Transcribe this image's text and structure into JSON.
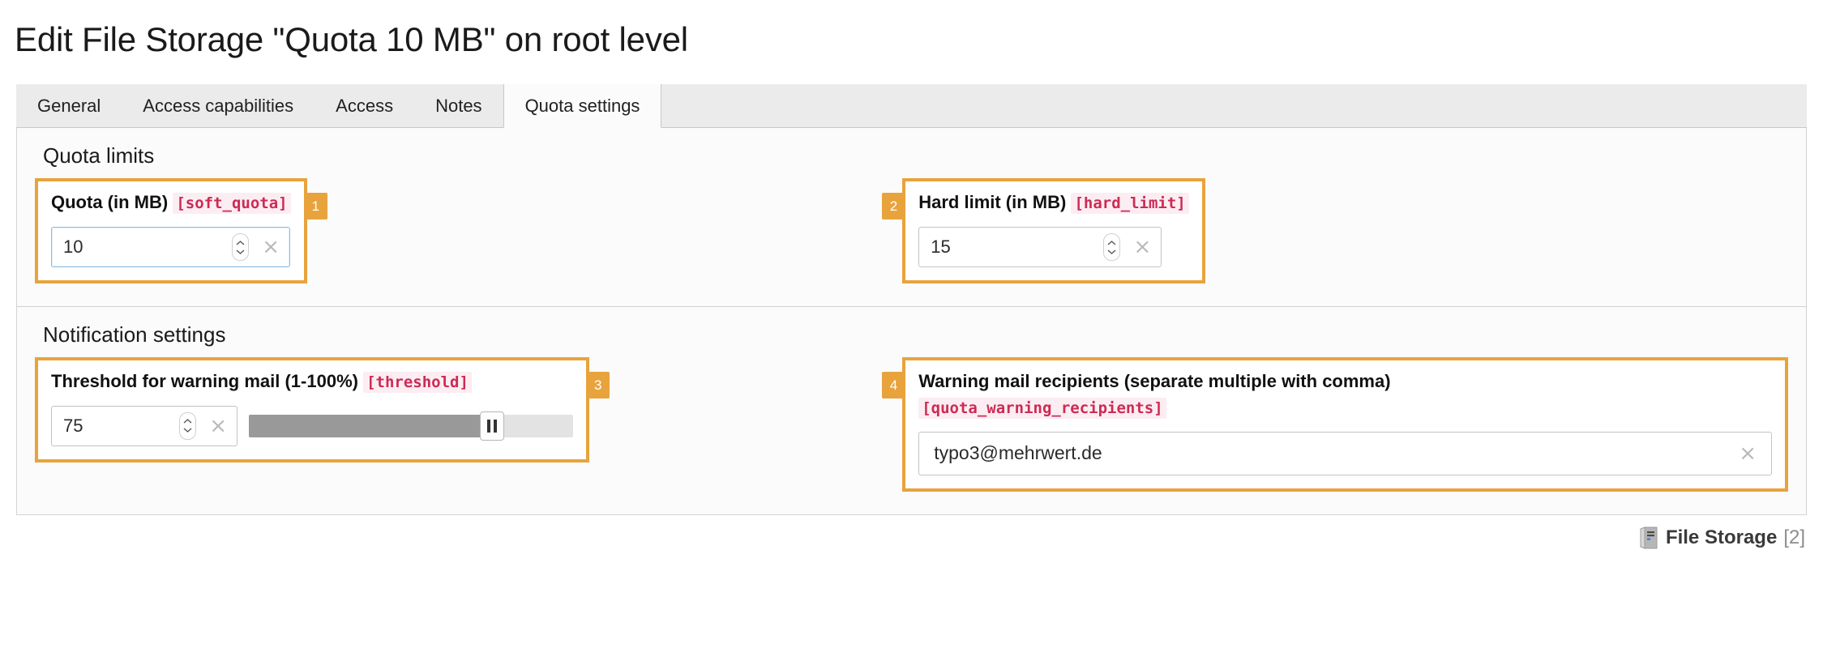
{
  "header": {
    "title": "Edit File Storage \"Quota 10 MB\" on root level"
  },
  "tabs": [
    {
      "label": "General",
      "active": false
    },
    {
      "label": "Access capabilities",
      "active": false
    },
    {
      "label": "Access",
      "active": false
    },
    {
      "label": "Notes",
      "active": false
    },
    {
      "label": "Quota settings",
      "active": true
    }
  ],
  "sections": {
    "quota_limits": {
      "title": "Quota limits",
      "soft_quota": {
        "label": "Quota (in MB)",
        "fieldname": "[soft_quota]",
        "badge": "1",
        "value": "10",
        "focused": true
      },
      "hard_limit": {
        "label": "Hard limit (in MB)",
        "fieldname": "[hard_limit]",
        "badge": "2",
        "value": "15",
        "focused": false
      }
    },
    "notification_settings": {
      "title": "Notification settings",
      "threshold": {
        "label": "Threshold for warning mail (1-100%)",
        "fieldname": "[threshold]",
        "badge": "3",
        "value": "75",
        "slider_percent": 75,
        "slider_min": 1,
        "slider_max": 100
      },
      "recipients": {
        "label": "Warning mail recipients (separate multiple with comma)",
        "fieldname": "[quota_warning_recipients]",
        "badge": "4",
        "value": "typo3@mehrwert.de"
      }
    }
  },
  "footer": {
    "icon": "file-storage-icon",
    "label": "File Storage",
    "count": "[2]"
  },
  "colors": {
    "highlight": "#e8a33d",
    "fieldname_text": "#cc2b55",
    "fieldname_bg": "#fcedf2",
    "focus_border": "#8bbfe4",
    "slider_fill": "#999999",
    "slider_track": "#e3e3e3"
  },
  "icons": {
    "clear": "×",
    "spinner_up": "⌃",
    "spinner_down": "⌄"
  }
}
